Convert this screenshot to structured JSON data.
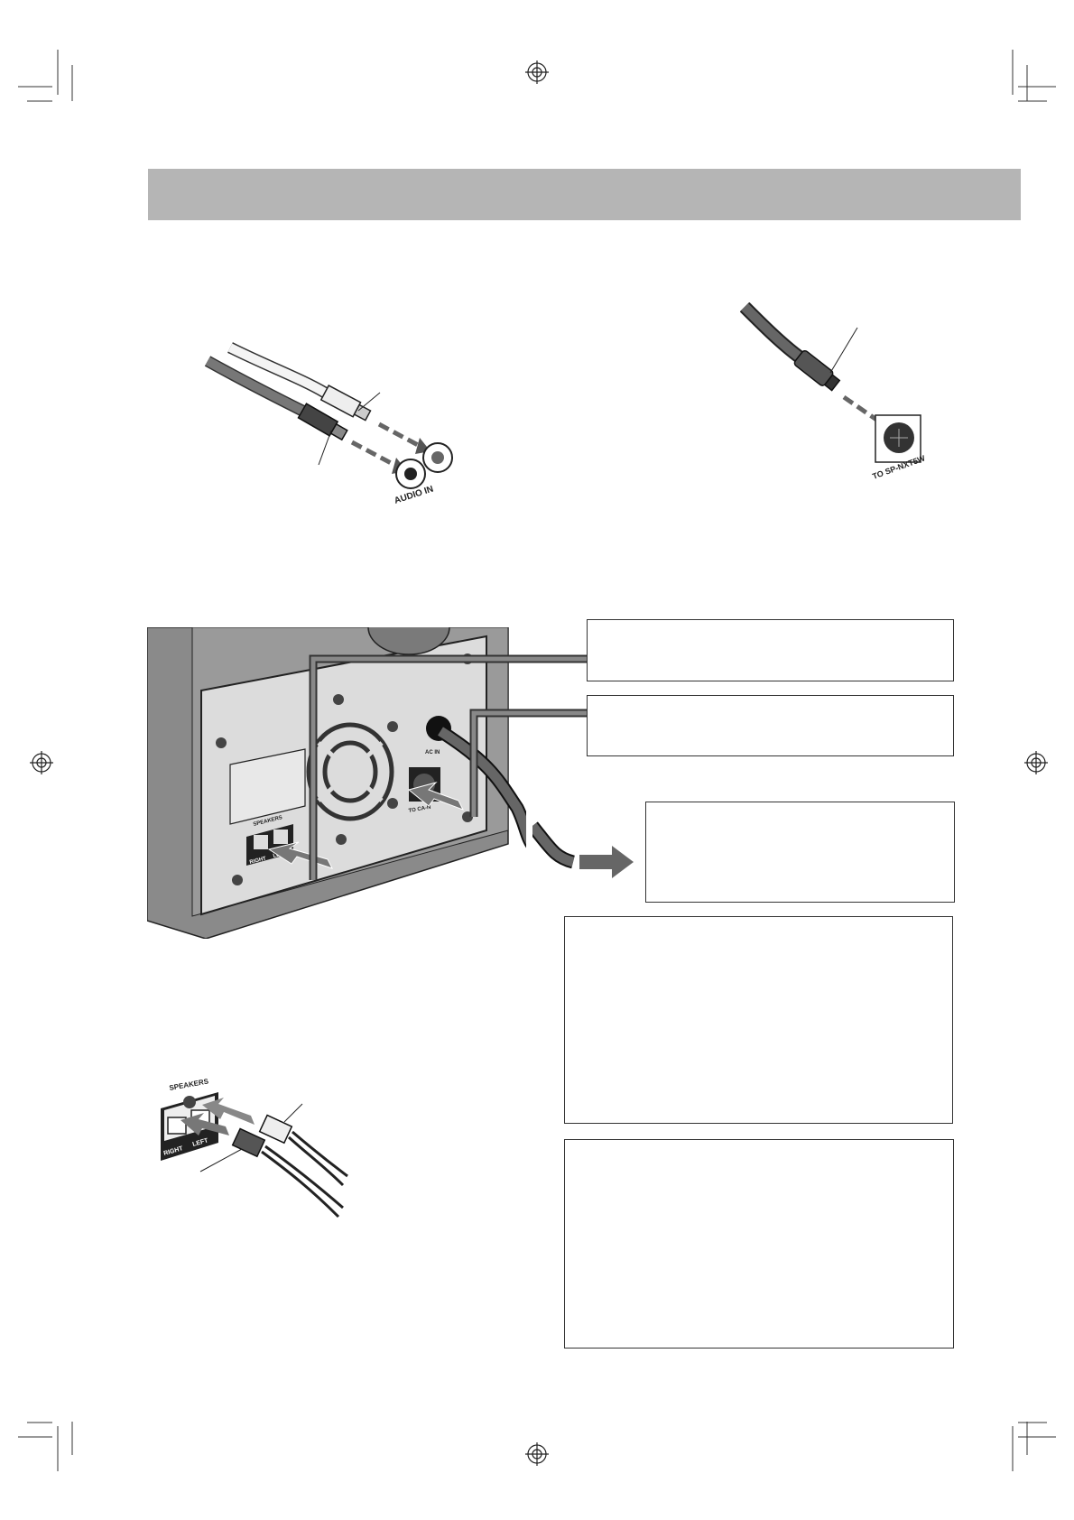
{
  "labels": {
    "audio_in": "AUDIO IN",
    "to_sp": "TO SP-NXT5W",
    "ac_in": "AC IN",
    "to_ca": "TO CA-N",
    "speakers_panel": "SPEAKERS",
    "right_panel": "RIGHT",
    "left_panel": "LEFT",
    "speakers_detail": "SPEAKERS",
    "right_detail": "RIGHT",
    "left_detail": "LEFT"
  },
  "colors": {
    "header_band": "#b5b5b5",
    "cable_dark": "#555555",
    "arrow_gray": "#666666"
  }
}
